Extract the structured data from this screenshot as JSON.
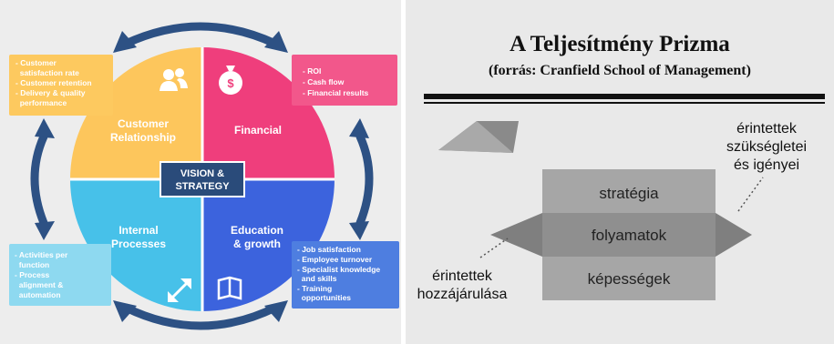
{
  "left_diagram": {
    "center_label": [
      "VISION &",
      "STRATEGY"
    ],
    "quadrants": [
      {
        "key": "customer",
        "label": [
          "Customer",
          "Relationship"
        ],
        "color": "#fdc65c",
        "text_color": "#ffffff",
        "icon": "people-icon"
      },
      {
        "key": "financial",
        "label": [
          "Financial"
        ],
        "color": "#ef3e7c",
        "text_color": "#ffffff",
        "icon": "money-bag-icon"
      },
      {
        "key": "internal",
        "label": [
          "Internal",
          "Processes"
        ],
        "color": "#47c1e9",
        "text_color": "#ffffff",
        "icon": "expand-arrows-icon"
      },
      {
        "key": "education",
        "label": [
          "Education",
          "& growth"
        ],
        "color": "#3c63dd",
        "text_color": "#ffffff",
        "icon": "book-icon"
      }
    ],
    "boxes": [
      {
        "key": "customer",
        "color": "#fdc95f",
        "lines": [
          "- Customer",
          "  satisfaction rate",
          "- Customer retention",
          "- Delivery & quality",
          "  performance"
        ]
      },
      {
        "key": "financial",
        "color": "#f2578b",
        "lines": [
          "- ROI",
          "- Cash flow",
          "- Financial results"
        ]
      },
      {
        "key": "internal",
        "color": "#8ed9f0",
        "lines": [
          "- Activities per",
          "  function",
          "- Process",
          "  alignment &",
          "  automation"
        ]
      },
      {
        "key": "education",
        "color": "#4e7ee0",
        "lines": [
          "- Job satisfaction",
          "- Employee turnover",
          "- Specialist knowledge",
          "  and skills",
          "- Training",
          "  opportunities"
        ]
      }
    ],
    "arrow_color": "#2d5184"
  },
  "right_diagram": {
    "title": "A Teljesítmény Prizma",
    "subtitle": "(forrás: Cranfield School of Management)",
    "layers": [
      "stratégia",
      "folyamatok",
      "képességek"
    ],
    "left_label": [
      "érintettek",
      "hozzájárulása"
    ],
    "right_label": [
      "érintettek",
      "szükségletei",
      "és igényei"
    ]
  }
}
